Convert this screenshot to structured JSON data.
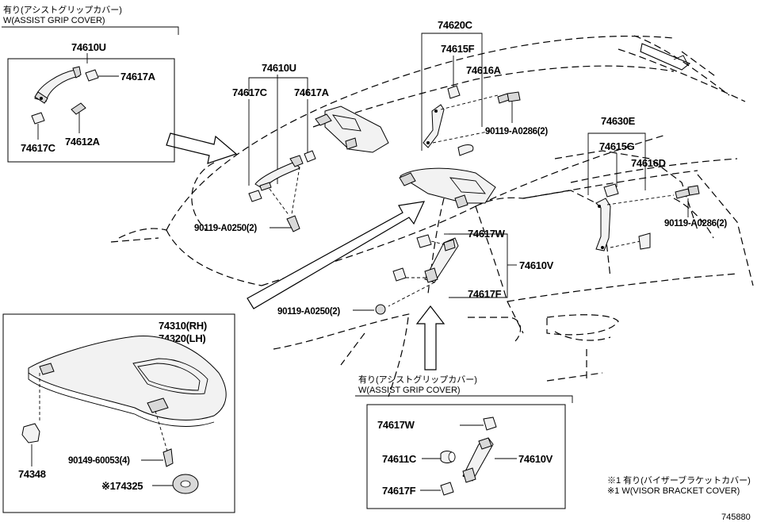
{
  "notes": {
    "top_left_jp": "有り(アシストグリップカバー)",
    "top_left_en": "W(ASSIST GRIP COVER)",
    "bottom_mid_jp": "有り(アシストグリップカバー)",
    "bottom_mid_en": "W(ASSIST GRIP COVER)",
    "footnote_jp": "※1 有り(バイザーブラケットカバー)",
    "footnote_en": "※1 W(VISOR BRACKET COVER)"
  },
  "parts": {
    "p74610U_box": "74610U",
    "p74617A_box": "74617A",
    "p74617C_box": "74617C",
    "p74612A_box": "74612A",
    "p74610U": "74610U",
    "p74617C": "74617C",
    "p74617A": "74617A",
    "p90119_A0250_top": "90119-A0250(2)",
    "p74620C": "74620C",
    "p74615F": "74615F",
    "p74616A": "74616A",
    "p90119_A0286_top": "90119-A0286(2)",
    "p74630E": "74630E",
    "p74615G": "74615G",
    "p74616D": "74616D",
    "p90119_A0286_right": "90119-A0286(2)",
    "p74617W": "74617W",
    "p74610V": "74610V",
    "p74617F": "74617F",
    "p90119_A0250_mid": "90119-A0250(2)",
    "p74310": "74310(RH)",
    "p74320": "74320(LH)",
    "p74348": "74348",
    "p90149": "90149-60053(4)",
    "p74325": "※174325",
    "p74617W_box": "74617W",
    "p74611C_box": "74611C",
    "p74610V_box": "74610V",
    "p74617F_box": "74617F"
  },
  "diagram_id": "745880"
}
